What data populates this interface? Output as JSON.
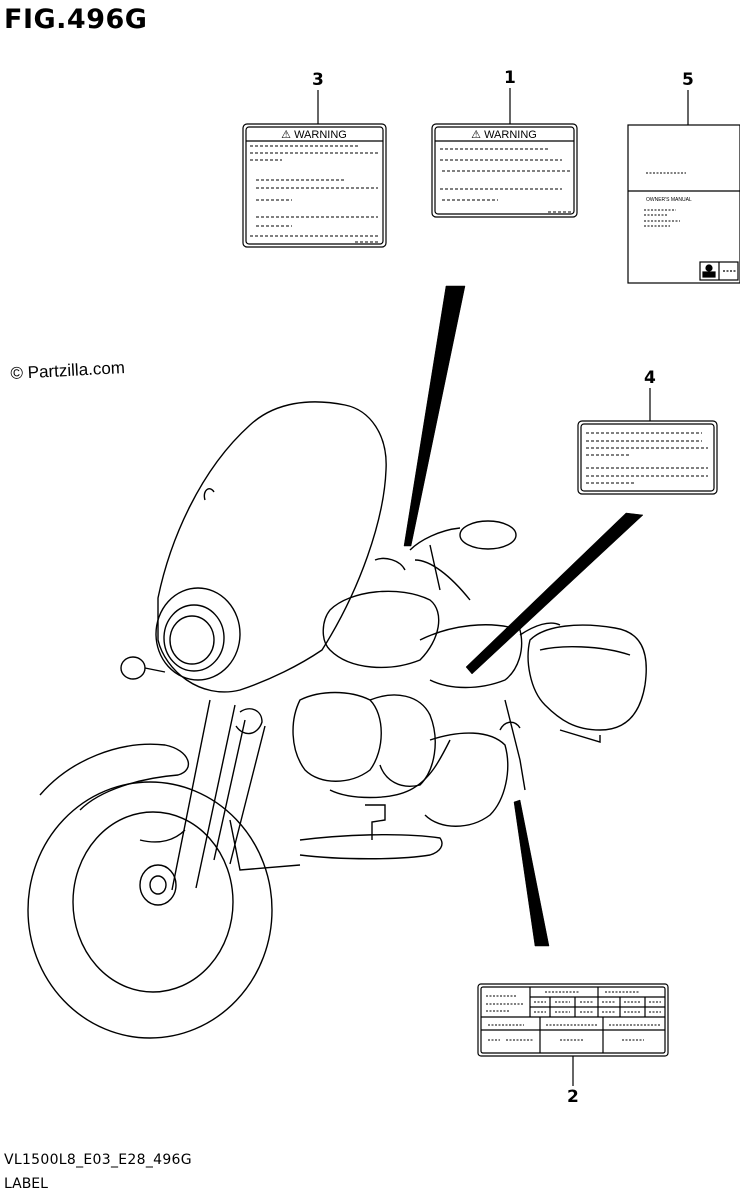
{
  "figure": {
    "title": "FIG.496G",
    "copyright": "© Partzilla.com",
    "model_code": "VL1500L8_E03_E28_496G",
    "caption": "LABEL"
  },
  "callouts": [
    {
      "id": "1",
      "label": "1"
    },
    {
      "id": "2",
      "label": "2"
    },
    {
      "id": "3",
      "label": "3"
    },
    {
      "id": "4",
      "label": "4"
    },
    {
      "id": "5",
      "label": "5"
    }
  ],
  "labels": {
    "label_1": {
      "heading": "⚠ WARNING"
    },
    "label_3": {
      "heading": "⚠ WARNING"
    },
    "label_5": {
      "text": "OWNER'S MANUAL"
    }
  }
}
